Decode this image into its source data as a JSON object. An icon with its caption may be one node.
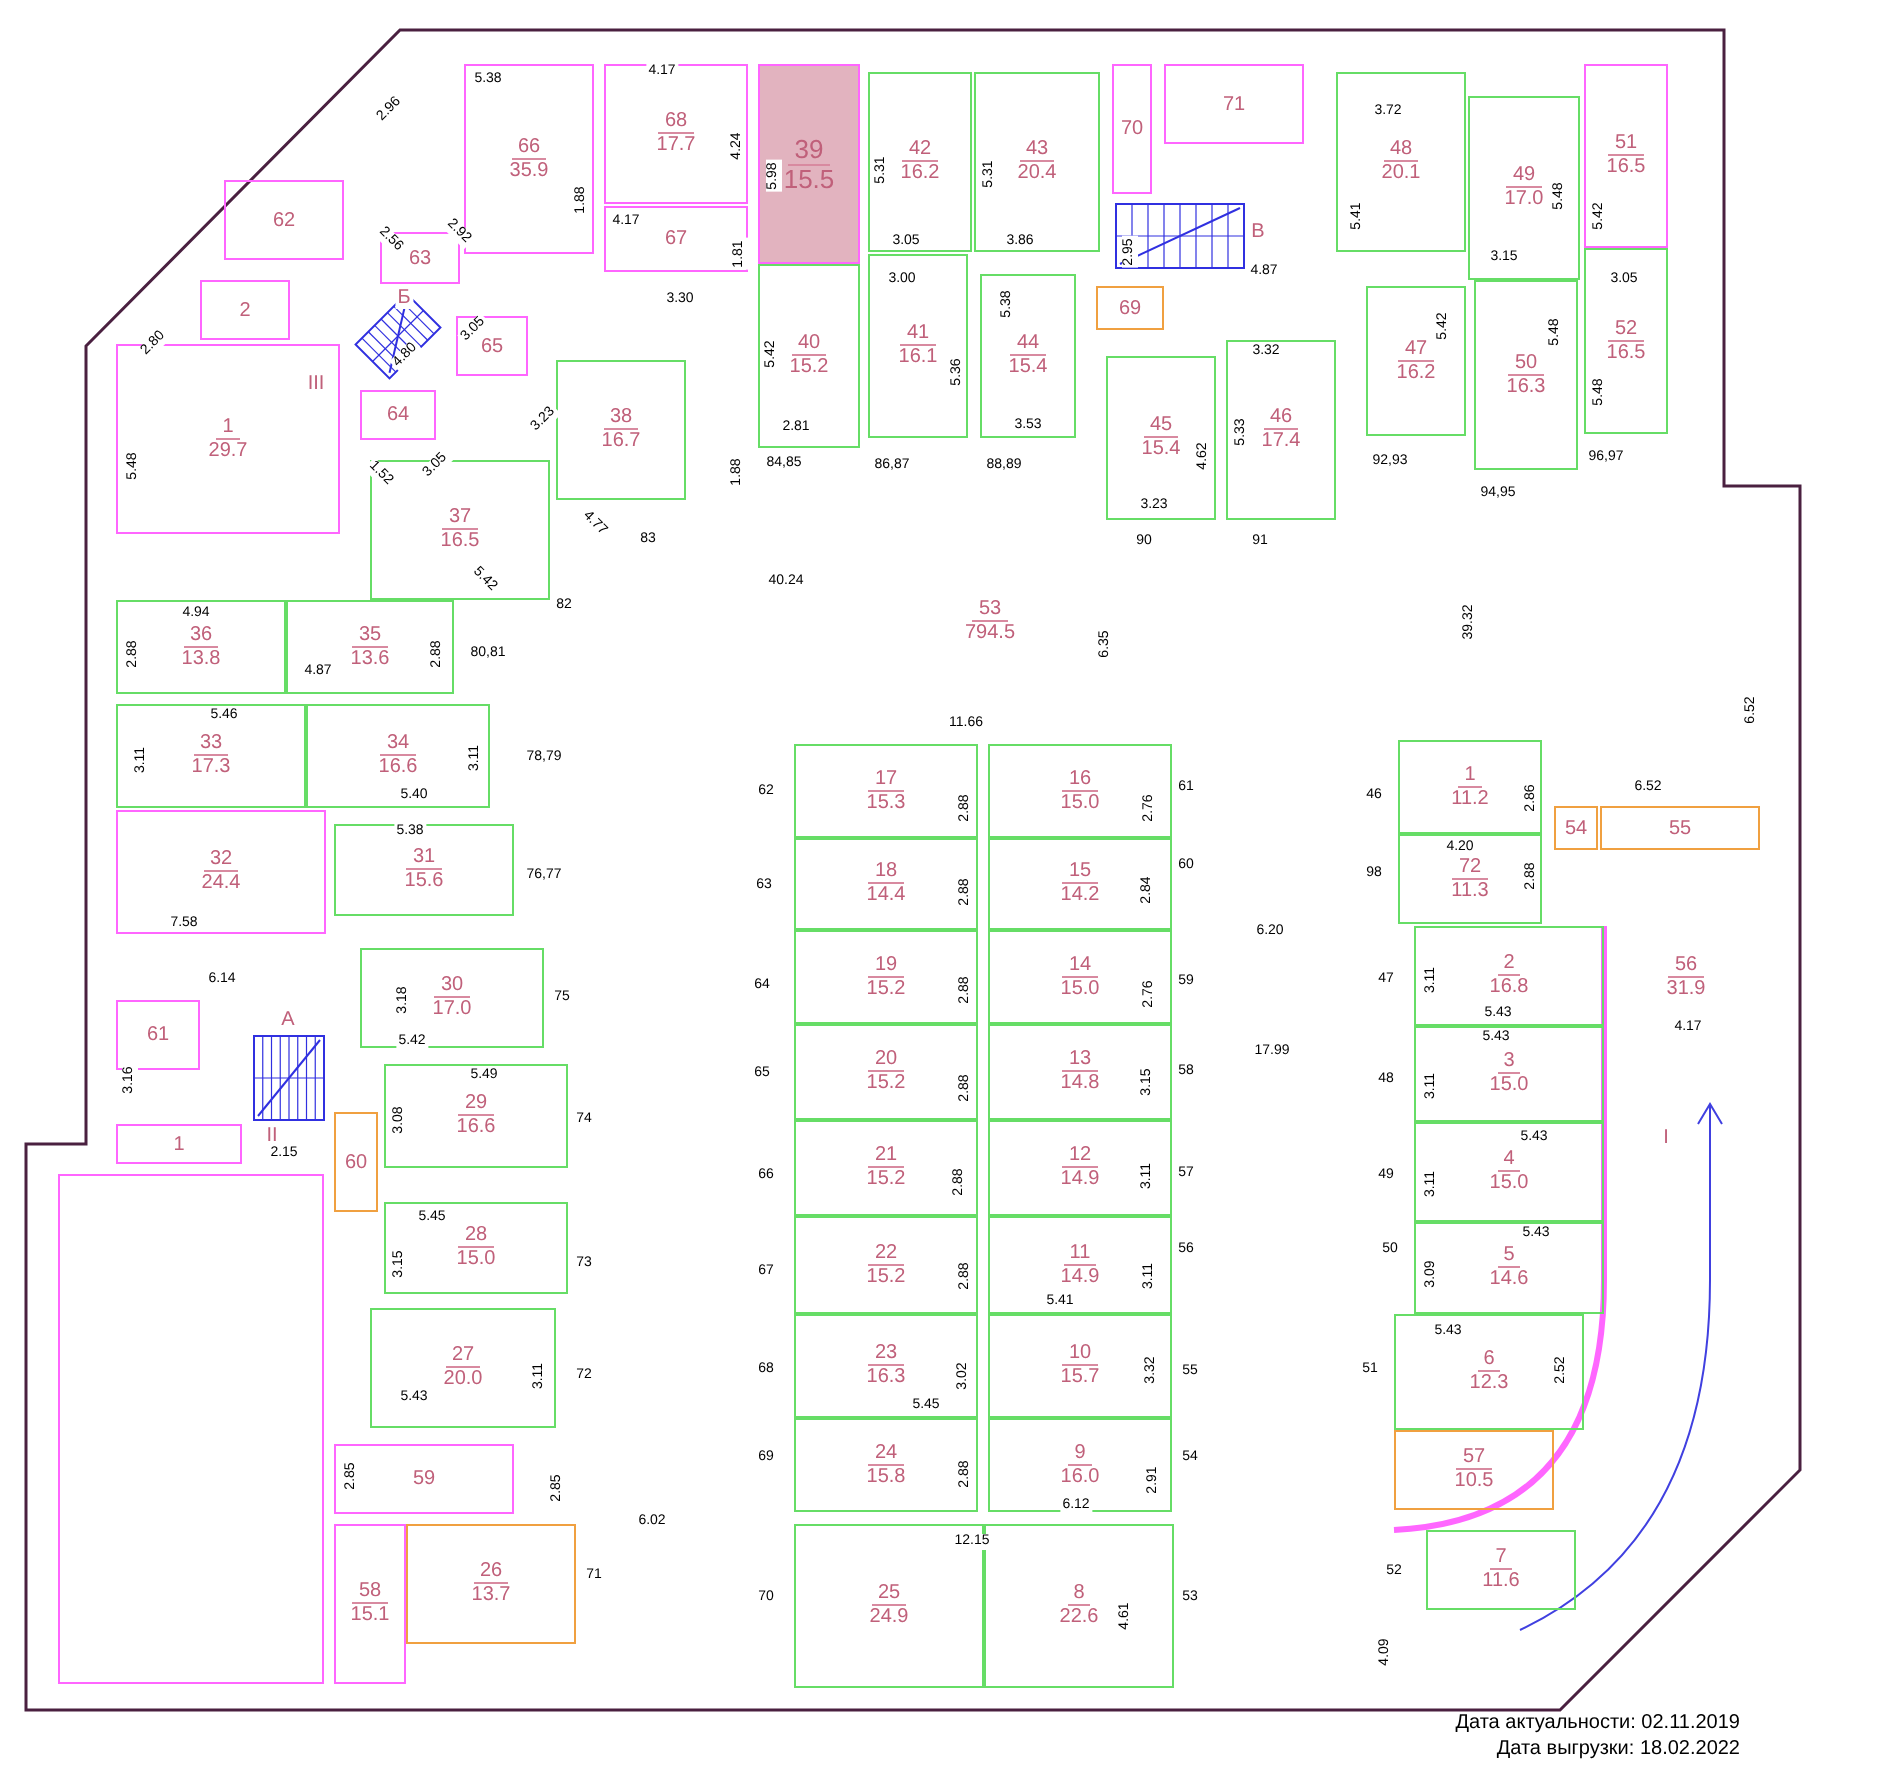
{
  "diagram": {
    "nodes": [
      {
        "text": [
          "66",
          "35.9"
        ]
      },
      {
        "text": [
          "62"
        ]
      },
      {
        "text": [
          "63"
        ]
      },
      {
        "text": [
          "2"
        ]
      },
      {
        "text": [
          "65"
        ]
      },
      {
        "text": [
          "64"
        ]
      },
      {
        "text": [
          "1",
          "29.7"
        ]
      },
      {
        "text": [
          "37",
          "16.5"
        ]
      },
      {
        "text": [
          "38",
          "16.7"
        ]
      },
      {
        "text": [
          "68",
          "17.7"
        ]
      },
      {
        "text": [
          "67"
        ]
      },
      {
        "text": [
          "39",
          "15.5"
        ]
      },
      {
        "text": [
          "40",
          "15.2"
        ]
      },
      {
        "text": [
          "42",
          "16.2"
        ]
      },
      {
        "text": [
          "43",
          "20.4"
        ]
      },
      {
        "text": [
          "41",
          "16.1"
        ]
      },
      {
        "text": [
          "44",
          "15.4"
        ]
      },
      {
        "text": [
          "70"
        ]
      },
      {
        "text": [
          "71"
        ]
      },
      {
        "text": [
          "69"
        ]
      },
      {
        "text": [
          "45",
          "15.4"
        ]
      },
      {
        "text": [
          "46",
          "17.4"
        ]
      },
      {
        "text": [
          "48",
          "20.1"
        ]
      },
      {
        "text": [
          "49",
          "17.0"
        ]
      },
      {
        "text": [
          "47",
          "16.2"
        ]
      },
      {
        "text": [
          "50",
          "16.3"
        ]
      },
      {
        "text": [
          "51",
          "16.5"
        ]
      },
      {
        "text": [
          "52",
          "16.5"
        ]
      },
      {
        "text": [
          "53",
          "794.5"
        ]
      },
      {
        "text": [
          "36",
          "13.8"
        ]
      },
      {
        "text": [
          "35",
          "13.6"
        ]
      },
      {
        "text": [
          "33",
          "17.3"
        ]
      },
      {
        "text": [
          "34",
          "16.6"
        ]
      },
      {
        "text": [
          "32",
          "24.4"
        ]
      },
      {
        "text": [
          "31",
          "15.6"
        ]
      },
      {
        "text": [
          "30",
          "17.0"
        ]
      },
      {
        "text": [
          "61"
        ]
      },
      {
        "text": [
          "1"
        ]
      },
      {
        "text": [
          "29",
          "16.6"
        ]
      },
      {
        "text": [
          "60"
        ]
      },
      {
        "text": [
          "28",
          "15.0"
        ]
      },
      {
        "text": [
          "27",
          "20.0"
        ]
      },
      {
        "text": [],
        "shape": "box"
      },
      {
        "text": [
          "59"
        ]
      },
      {
        "text": [
          "26",
          "13.7"
        ]
      },
      {
        "text": [
          "58",
          "15.1"
        ]
      },
      {
        "text": [
          "17",
          "15.3"
        ]
      },
      {
        "text": [
          "16",
          "15.0"
        ]
      },
      {
        "text": [
          "18",
          "14.4"
        ]
      },
      {
        "text": [
          "15",
          "14.2"
        ]
      },
      {
        "text": [
          "19",
          "15.2"
        ]
      },
      {
        "text": [
          "14",
          "15.0"
        ]
      },
      {
        "text": [
          "20",
          "15.2"
        ]
      },
      {
        "text": [
          "13",
          "14.8"
        ]
      },
      {
        "text": [
          "21",
          "15.2"
        ]
      },
      {
        "text": [
          "12",
          "14.9"
        ]
      },
      {
        "text": [
          "22",
          "15.2"
        ]
      },
      {
        "text": [
          "11",
          "14.9"
        ]
      },
      {
        "text": [
          "23",
          "16.3"
        ]
      },
      {
        "text": [
          "10",
          "15.7"
        ]
      },
      {
        "text": [
          "24",
          "15.8"
        ]
      },
      {
        "text": [
          "9",
          "16.0"
        ]
      },
      {
        "text": [
          "25",
          "24.9"
        ]
      },
      {
        "text": [
          "8",
          "22.6"
        ]
      },
      {
        "text": [
          "1",
          "11.2"
        ]
      },
      {
        "text": [
          "72",
          "11.3"
        ]
      },
      {
        "text": [
          "54"
        ]
      },
      {
        "text": [
          "55"
        ]
      },
      {
        "text": [
          "56",
          "31.9"
        ]
      },
      {
        "text": [
          "2",
          "16.8"
        ]
      },
      {
        "text": [
          "3",
          "15.0"
        ]
      },
      {
        "text": [
          "4",
          "15.0"
        ]
      },
      {
        "text": [
          "5",
          "14.6"
        ]
      },
      {
        "text": [
          "6",
          "12.3"
        ]
      },
      {
        "text": [
          "57",
          "10.5"
        ]
      },
      {
        "text": [
          "7",
          "11.6"
        ]
      }
    ],
    "labels": [
      "Б",
      "III",
      "В",
      "5.38",
      "2.96",
      "1.88",
      "2.56",
      "2.92",
      "3.05",
      "4.80",
      "2.80",
      "5.48",
      "1.52",
      "3.05",
      "3.23",
      "4.77",
      "5.42",
      "82",
      "83",
      "4.17",
      "4.24",
      "5.98",
      "4.17",
      "1.81",
      "3.30",
      "5.31",
      "5.31",
      "3.05",
      "3.86",
      "3.00",
      "5.38",
      "2.95",
      "5.42",
      "5.36",
      "2.81",
      "3.53",
      "1.88",
      "84,85",
      "86,87",
      "88,89",
      "4.62",
      "3.23",
      "90",
      "3.72",
      "5.41",
      "5.48",
      "5.42",
      "3.15",
      "4.87",
      "3.32",
      "5.33",
      "91",
      "5.42",
      "5.48",
      "3.05",
      "5.48",
      "92,93",
      "94,95",
      "96,97",
      "4.94",
      "2.88",
      "4.87",
      "2.88",
      "80,81",
      "40.24",
      "6.35",
      "39.32",
      "6.52",
      "5.46",
      "11.66",
      "3.11",
      "3.11",
      "78,79",
      "62",
      "2.88",
      "2.76",
      "61",
      "46",
      "2.86",
      "6.52",
      "5.40",
      "5.38",
      "4.20",
      "76,77",
      "63",
      "2.88",
      "2.84",
      "60",
      "98",
      "2.88",
      "7.58",
      "6.20",
      "6.14",
      "3.18",
      "75",
      "64",
      "2.88",
      "2.76",
      "59",
      "47",
      "3.11",
      "5.43",
      "А",
      "4.17",
      "5.42",
      "5.43",
      "3.16",
      "5.49",
      "65",
      "2.88",
      "3.15",
      "58",
      "17.99",
      "48",
      "3.11",
      "3.08",
      "74",
      "II",
      "2.15",
      "5.43",
      "I",
      "66",
      "2.88",
      "3.11",
      "57",
      "49",
      "3.11",
      "5.45",
      "3.15",
      "73",
      "5.43",
      "67",
      "2.88",
      "3.11",
      "56",
      "5.41",
      "50",
      "3.09",
      "5.43",
      "3.11",
      "72",
      "68",
      "3.02",
      "3.32",
      "55",
      "51",
      "2.52",
      "5.43",
      "5.45",
      "69",
      "2.88",
      "2.91",
      "54",
      "2.85",
      "2.85",
      "6.12",
      "6.02",
      "12.15",
      "71",
      "52",
      "70",
      "4.61",
      "53",
      "4.09",
      "Дата актуальности: 02.11.2019",
      "Дата выгрузки: 18.02.2022"
    ]
  }
}
